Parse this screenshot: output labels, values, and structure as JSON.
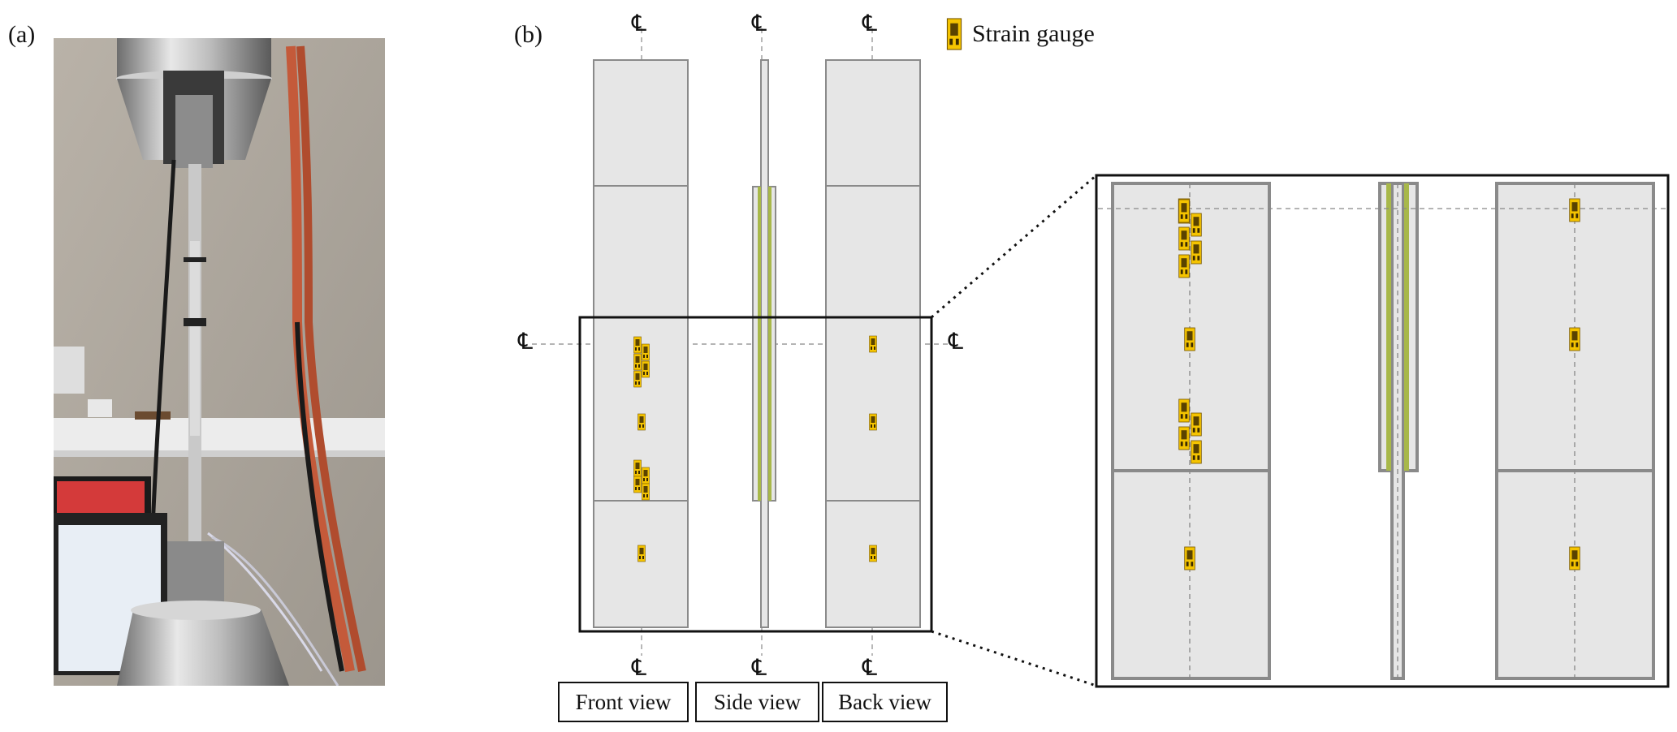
{
  "panels": {
    "a_label": "(a)",
    "b_label": "(b)"
  },
  "legend": {
    "label": "Strain gauge",
    "gauge_color": "#f5c400"
  },
  "centerline_symbol": "℄",
  "views": {
    "front": "Front view",
    "side": "Side view",
    "back": "Back view"
  },
  "colors": {
    "plate_fill": "#e6e6e6",
    "plate_stroke": "#8a8a8a",
    "adhesive": "#a8b84a",
    "frame": "#111111",
    "cable_red": "#c45a3a"
  }
}
